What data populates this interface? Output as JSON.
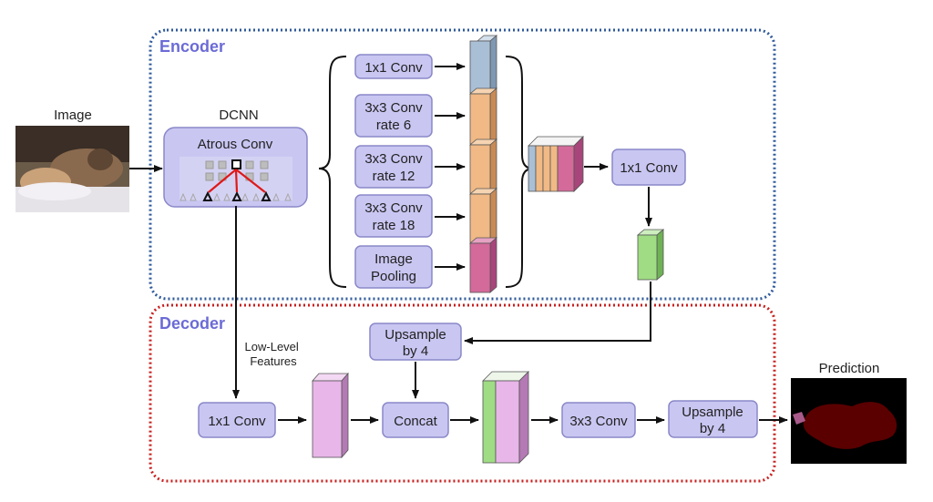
{
  "colors": {
    "encoder_border": "#2f5a9a",
    "decoder_border": "#c8201f",
    "box_fill": "#c9c6f2",
    "box_stroke": "#8a88c8",
    "arrow": "#111111",
    "red_highlight": "#e01818",
    "feat_blue": "#a9bfd6",
    "feat_orange": "#f0b985",
    "feat_pink": "#d46a9a",
    "feat_green": "#9fdc84",
    "feat_lightpink": "#e8b6e8",
    "prediction_bg": "#000000",
    "prediction_object": "#5a0000"
  },
  "encoder": {
    "title": "Encoder"
  },
  "decoder": {
    "title": "Decoder"
  },
  "input": {
    "label": "Image"
  },
  "dcnn": {
    "label": "DCNN",
    "atrous_label": "Atrous Conv"
  },
  "aspp": {
    "branches": [
      {
        "lines": [
          "1x1 Conv"
        ]
      },
      {
        "lines": [
          "3x3 Conv",
          "rate 6"
        ]
      },
      {
        "lines": [
          "3x3 Conv",
          "rate 12"
        ]
      },
      {
        "lines": [
          "3x3 Conv",
          "rate 18"
        ]
      },
      {
        "lines": [
          "Image",
          "Pooling"
        ]
      }
    ],
    "encoder_conv": "1x1 Conv"
  },
  "decoder_nodes": {
    "upsample_top": [
      "Upsample",
      "by 4"
    ],
    "lowlevel_label": [
      "Low-Level",
      "Features"
    ],
    "conv1x1": "1x1 Conv",
    "concat": "Concat",
    "conv3x3": "3x3 Conv",
    "upsample_bottom": [
      "Upsample",
      "by 4"
    ]
  },
  "output": {
    "label": "Prediction"
  }
}
